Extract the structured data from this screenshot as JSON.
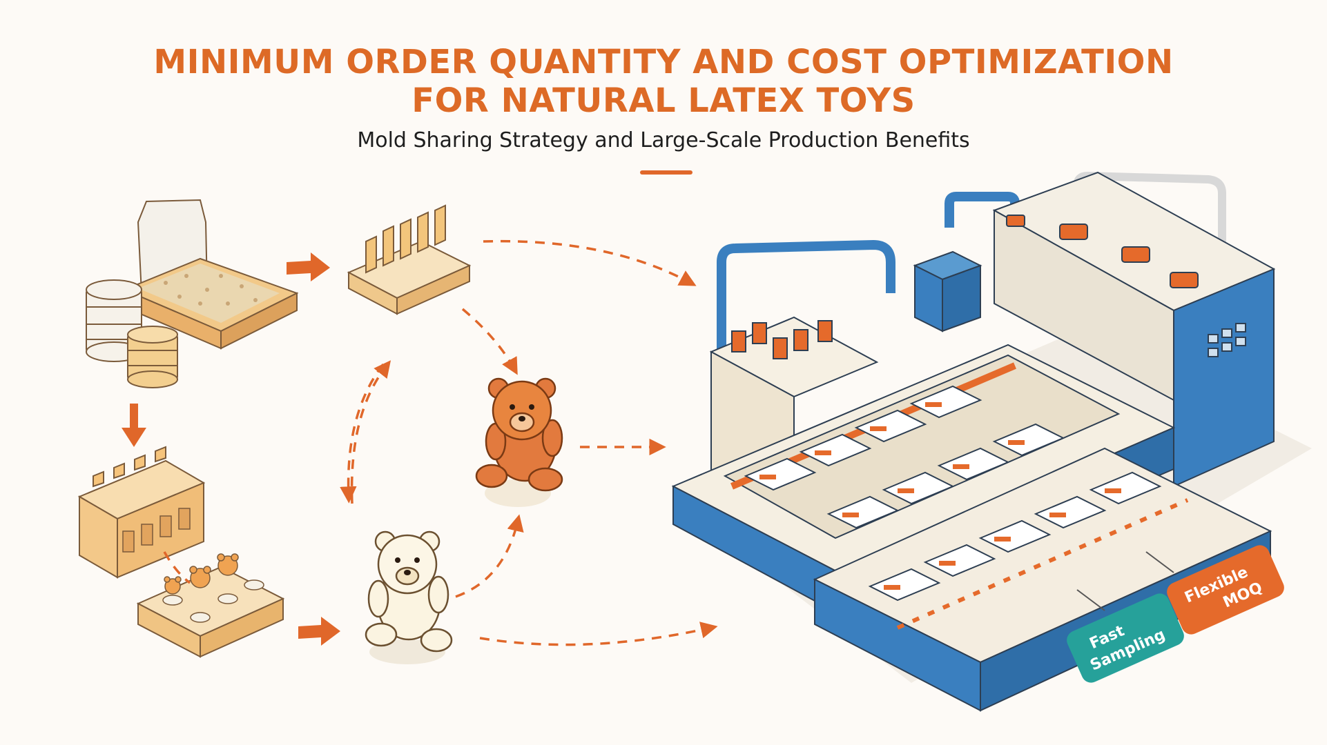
{
  "title": {
    "line1": "MINIMUM ORDER QUANTITY AND COST OPTIMIZATION",
    "line2": "FOR NATURAL LATEX TOYS"
  },
  "subtitle": "Mold Sharing Strategy and Large-Scale Production Benefits",
  "badges": {
    "fast_sampling": {
      "line1": "Fast",
      "line2": "Sampling",
      "color": "#26a19a"
    },
    "flexible_moq": {
      "line1": "Flexible",
      "line2": "MOQ",
      "color": "#e56a2b"
    }
  },
  "colors": {
    "accent": "#e0672a",
    "machine_blue": "#3a7fbf",
    "cream": "#f3e7cf"
  },
  "icons": [
    "latex-material-icon",
    "shared-mold-icon",
    "multi-cavity-mold-icon",
    "mini-bear-mold-icon",
    "orange-teddy-bear-icon",
    "cream-teddy-bear-icon",
    "production-line-machine-icon"
  ]
}
